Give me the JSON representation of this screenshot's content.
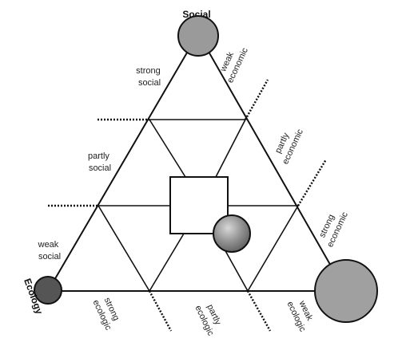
{
  "labels": {
    "top_node": "Social",
    "left_node": "Ecology",
    "strong_social": [
      "strong",
      "social"
    ],
    "partly_social": [
      "partly",
      "social"
    ],
    "weak_social": [
      "weak",
      "social"
    ],
    "weak_economic": [
      "weak",
      "economic"
    ],
    "partly_economic": [
      "partly",
      "economic"
    ],
    "strong_economic": [
      "strong",
      "economic"
    ],
    "strong_ecologic": [
      "strong",
      "ecologic"
    ],
    "partly_ecologic": [
      "partly",
      "ecologic"
    ],
    "weak_ecologic": [
      "weak",
      "ecologic"
    ]
  },
  "colors": {
    "line": "#111111",
    "node_fill_top": "#9a9a9a",
    "node_fill_ecology": "#555555",
    "node_fill_economy": "#a0a0a0",
    "node_fill_center": "#8a8a8a"
  }
}
